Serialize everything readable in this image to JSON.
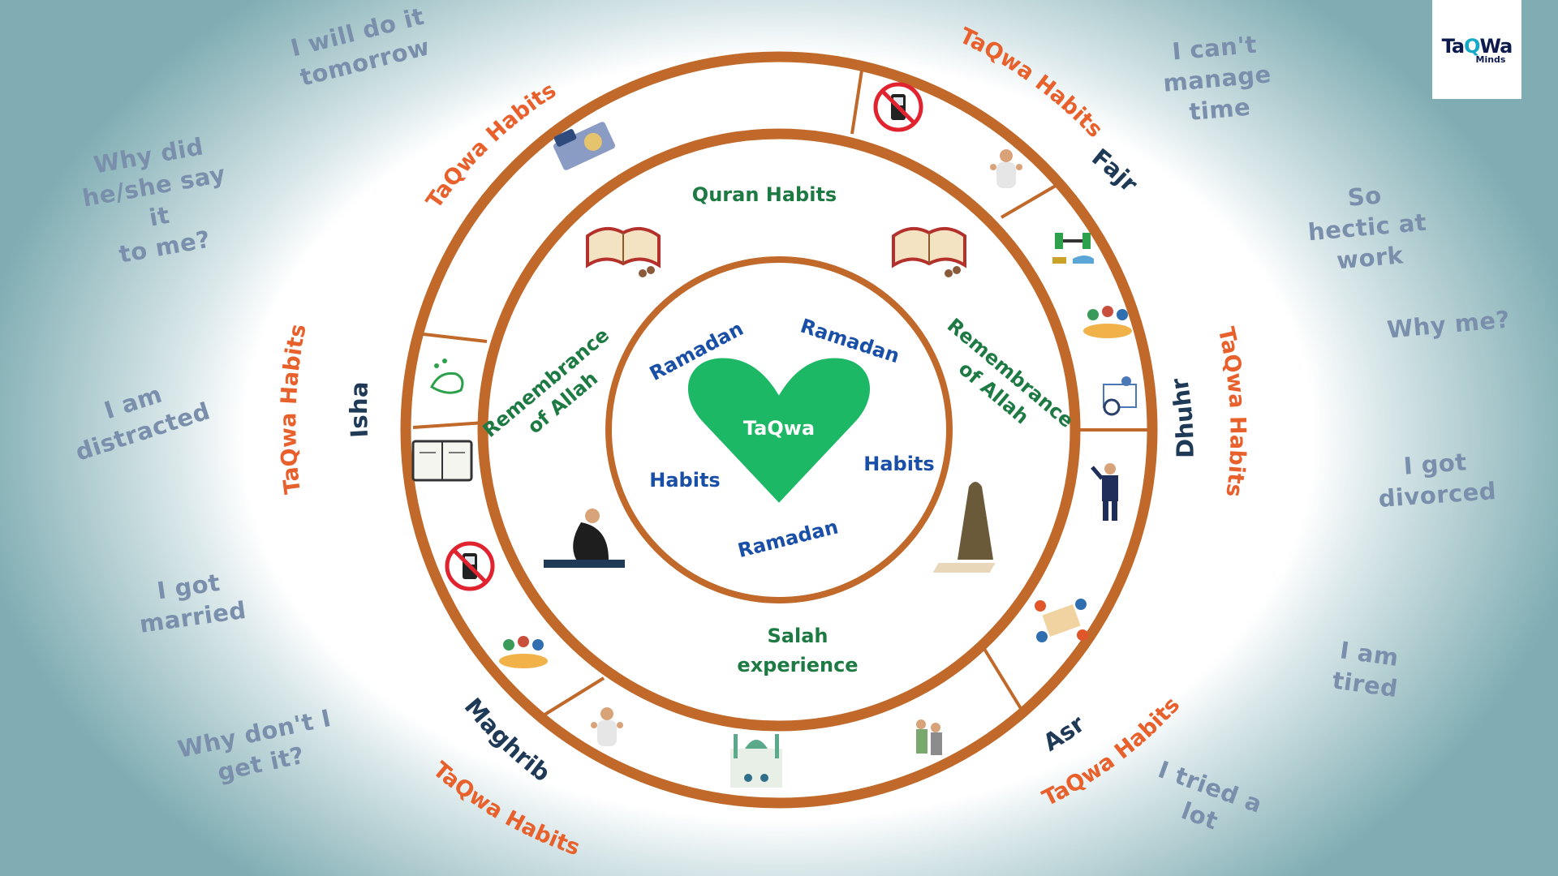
{
  "logo": {
    "main_a": "Ta",
    "main_b": "Q",
    "main_c": "Wa",
    "sub": "Minds"
  },
  "thoughts": {
    "tomorrow": "I will do it\ntomorrow",
    "why_say": "Why did\nhe/she say it\nto me?",
    "distracted": "I am\ndistracted",
    "married": "I got\nmarried",
    "dont_get": "Why don't I\nget it?",
    "cant_manage": "I can't\nmanage\ntime",
    "hectic": "So\nhectic at\nwork",
    "why_me": "Why me?",
    "divorced": "I got\ndivorced",
    "tired": "I am\ntired",
    "tried": "I tried a\nlot"
  },
  "outer_ring": {
    "habits_label": "TaQwa Habits",
    "prayers": {
      "fajr": "Fajr",
      "dhuhr": "Dhuhr",
      "asr": "Asr",
      "maghrib": "Maghrib",
      "isha": "Isha"
    }
  },
  "middle_ring": {
    "quran": "Quran Habits",
    "remembrance_line1": "Remembrance",
    "remembrance_line2": "of Allah",
    "salah_line1": "Salah",
    "salah_line2": "experience"
  },
  "inner_circle": {
    "ramadan": "Ramadan",
    "habits": "Habits",
    "heart": "TaQwa"
  },
  "colors": {
    "ring": "#c0692a",
    "heart": "#1db866",
    "habit_orange": "#e8602c",
    "prayer_navy": "#1f3a56",
    "green_text": "#1e7a43",
    "blue_text": "#1a4fa8",
    "thought_text": "#7a8fab"
  },
  "icons": [
    "sleeping-person-icon",
    "no-phone-icon",
    "praying-man-icon",
    "dumbbell-shoes-icon",
    "family-meal-icon",
    "meeting-icon",
    "presenter-icon",
    "group-table-icon",
    "elderly-help-icon",
    "mosque-icon",
    "dua-man-icon",
    "no-phone-icon",
    "handwash-icon",
    "open-book-icon",
    "quran-icon",
    "prostrating-man-icon",
    "praying-woman-icon"
  ]
}
